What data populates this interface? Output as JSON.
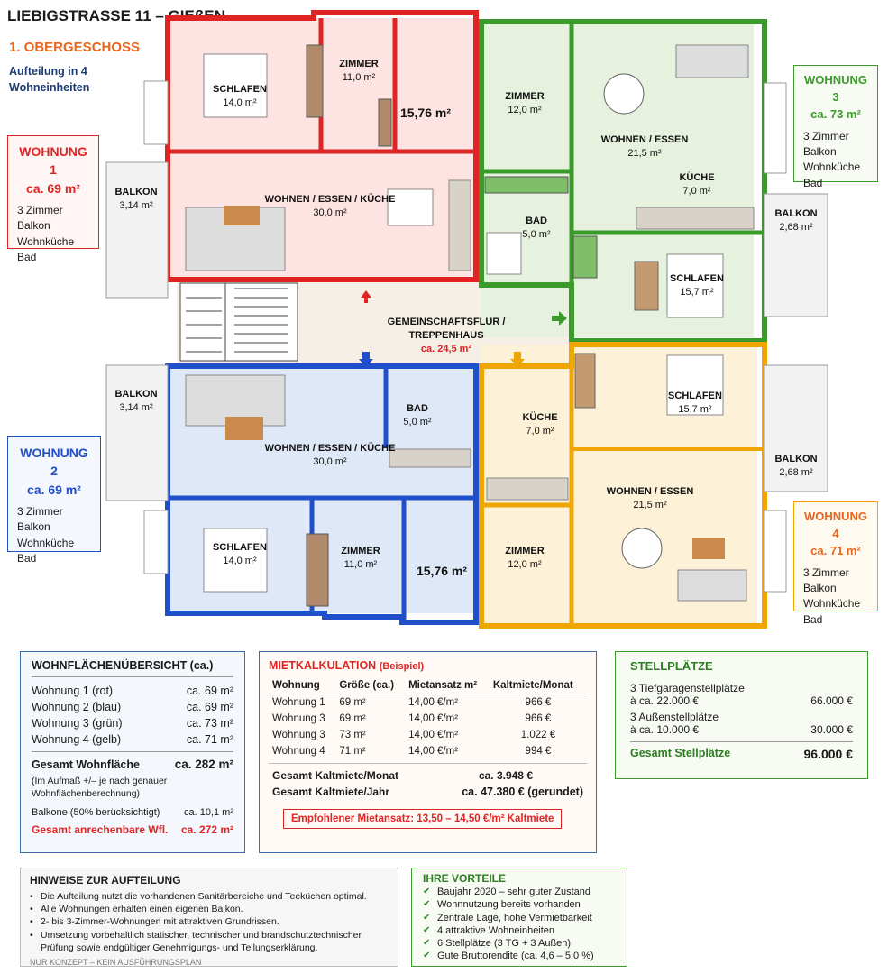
{
  "header": {
    "title": "LIEBIGSTRASSE 11 – GIEßEN",
    "floor": "1. OBERGESCHOSS",
    "subtitle_1": "Aufteilung in 4",
    "subtitle_2": "Wohneinheiten"
  },
  "colors": {
    "w1": "#e02424",
    "w2": "#1f4fc9",
    "w3": "#3a9a2a",
    "w4": "#f0a500",
    "w1_fill": "#fde3e1",
    "w2_fill": "#dfe8f7",
    "w3_fill": "#e6f1de",
    "w4_fill": "#fdf1d7",
    "hall_fill": "#f5efe6"
  },
  "units": [
    {
      "name": "WOHNUNG 1",
      "area": "ca. 69 m²",
      "features": [
        "3 Zimmer",
        "Balkon",
        "Wohnküche",
        "Bad"
      ]
    },
    {
      "name": "WOHNUNG 2",
      "area": "ca. 69 m²",
      "features": [
        "3 Zimmer",
        "Balkon",
        "Wohnküche",
        "Bad"
      ]
    },
    {
      "name": "WOHNUNG 3",
      "area": "ca. 73 m²",
      "features": [
        "3 Zimmer",
        "Balkon",
        "Wohnküche",
        "Bad"
      ]
    },
    {
      "name": "WOHNUNG 4",
      "area": "ca. 71 m²",
      "features": [
        "3 Zimmer",
        "Balkon",
        "Wohnküche",
        "Bad"
      ]
    }
  ],
  "rooms": {
    "w1_schlafen": {
      "name": "SCHLAFEN",
      "area": "14,0 m²"
    },
    "w1_zimmer": {
      "name": "ZIMMER",
      "area": "11,0 m²"
    },
    "w1_extra": {
      "name": "",
      "area": "15,76 m²"
    },
    "w1_wohnen": {
      "name": "WOHNEN / ESSEN / KÜCHE",
      "area": "30,0 m²"
    },
    "w1_balkon": {
      "name": "BALKON",
      "area": "3,14 m²"
    },
    "w3_zimmer": {
      "name": "ZIMMER",
      "area": "12,0 m²"
    },
    "w3_wohnen": {
      "name": "WOHNEN / ESSEN",
      "area": "21,5 m²"
    },
    "w3_kueche": {
      "name": "KÜCHE",
      "area": "7,0 m²"
    },
    "w3_bad": {
      "name": "BAD",
      "area": "5,0 m²"
    },
    "w3_schlafen": {
      "name": "SCHLAFEN",
      "area": "15,7 m²"
    },
    "w3_balkon": {
      "name": "BALKON",
      "area": "2,68 m²"
    },
    "hall": {
      "name_1": "GEMEINSCHAFTSFLUR /",
      "name_2": "TREPPENHAUS",
      "area": "ca. 24,5 m²"
    },
    "w2_balkon": {
      "name": "BALKON",
      "area": "3,14 m²"
    },
    "w2_wohnen": {
      "name": "WOHNEN / ESSEN / KÜCHE",
      "area": "30,0 m²"
    },
    "w2_bad": {
      "name": "BAD",
      "area": "5,0 m²"
    },
    "w2_schlafen": {
      "name": "SCHLAFEN",
      "area": "14,0 m²"
    },
    "w2_zimmer": {
      "name": "ZIMMER",
      "area": "11,0 m²"
    },
    "w2_extra": {
      "name": "",
      "area": "15,76 m²"
    },
    "w4_kueche": {
      "name": "KÜCHE",
      "area": "7,0 m²"
    },
    "w4_schlafen": {
      "name": "SCHLAFEN",
      "area": "15,7 m²"
    },
    "w4_wohnen": {
      "name": "WOHNEN / ESSEN",
      "area": "21,5 m²"
    },
    "w4_zimmer": {
      "name": "ZIMMER",
      "area": "12,0 m²"
    },
    "w4_balkon": {
      "name": "BALKON",
      "area": "2,68 m²"
    }
  },
  "summary": {
    "title": "WOHNFLÄCHENÜBERSICHT (ca.)",
    "rows": [
      {
        "label": "Wohnung 1  (rot)",
        "value": "ca. 69 m²"
      },
      {
        "label": "Wohnung 2  (blau)",
        "value": "ca. 69 m²"
      },
      {
        "label": "Wohnung 3  (grün)",
        "value": "ca. 73 m²"
      },
      {
        "label": "Wohnung 4  (gelb)",
        "value": "ca. 71 m²"
      }
    ],
    "total_label": "Gesamt Wohnfläche",
    "total_value": "ca. 282 m²",
    "note": "(Im Aufmaß +/– je nach genauer Wohnflächenberechnung)",
    "balkone_label": "Balkone (50% berücksichtigt)",
    "balkone_value": "ca. 10,1 m²",
    "anrech_label": "Gesamt anrechenbare Wfl.",
    "anrech_value": "ca. 272 m²"
  },
  "rent": {
    "title": "MIETKALKULATION",
    "title_suffix": "(Beispiel)",
    "headers": [
      "Wohnung",
      "Größe (ca.)",
      "Mietansatz m²",
      "Kaltmiete/Monat"
    ],
    "rows": [
      [
        "Wohnung 1",
        "69 m²",
        "14,00 €/m²",
        "966 €"
      ],
      [
        "Wohnung 3",
        "69 m²",
        "14,00 €/m²",
        "966 €"
      ],
      [
        "Wohnung 3",
        "73 m²",
        "14,00 €/m²",
        "1.022 €"
      ],
      [
        "Wohnung 4",
        "71 m²",
        "14,00 €/m²",
        "994 €"
      ]
    ],
    "month_label": "Gesamt Kaltmiete/Monat",
    "month_value": "ca. 3.948 €",
    "year_label": "Gesamt Kaltmiete/Jahr",
    "year_value": "ca. 47.380 €  (gerundet)",
    "recommend": "Empfohlener Mietansatz: 13,50 – 14,50 €/m² Kaltmiete"
  },
  "parking": {
    "title": "STELLPLÄTZE",
    "line1": "3 Tiefgaragenstellplätze",
    "line1b": "à ca. 22.000 €",
    "line1_value": "66.000 €",
    "line2": "3 Außenstellplätze",
    "line2b": "à ca. 10.000 €",
    "line2_value": "30.000 €",
    "total_label": "Gesamt Stellplätze",
    "total_value": "96.000 €"
  },
  "notes": {
    "title": "HINWEISE ZUR AUFTEILUNG",
    "items": [
      "Die Aufteilung nutzt die vorhandenen Sanitärbereiche und Teeküchen optimal.",
      "Alle Wohnungen erhalten einen eigenen Balkon.",
      "2- bis 3-Zimmer-Wohnungen mit attraktiven Grundrissen.",
      "Umsetzung vorbehaltlich statischer, technischer und brandschutztechnischer Prüfung sowie endgültiger Genehmigungs- und Teilungserklärung."
    ],
    "footer": "NUR KONZEPT – KEIN AUSFÜHRUNGSPLAN"
  },
  "advantages": {
    "title": "IHRE VORTEILE",
    "items": [
      "Baujahr 2020 – sehr guter Zustand",
      "Wohnnutzung bereits vorhanden",
      "Zentrale Lage, hohe Vermietbarkeit",
      "4 attraktive Wohneinheiten",
      "6 Stellplätze (3 TG + 3 Außen)",
      "Gute Bruttorendite (ca. 4,6 – 5,0 %)"
    ]
  }
}
